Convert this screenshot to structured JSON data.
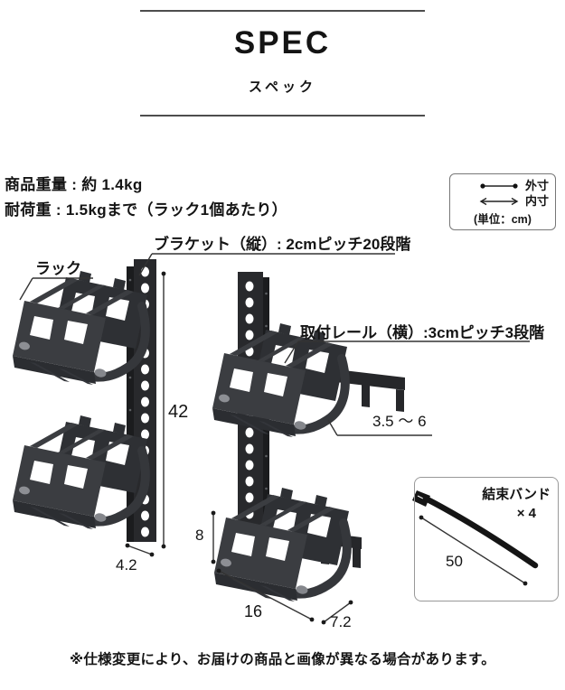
{
  "header": {
    "title": "SPEC",
    "subtitle": "スペック"
  },
  "info": {
    "weight": "商品重量 : 約 1.4kg",
    "load": "耐荷重 : 1.5kgまで（ラック1個あたり）"
  },
  "legend": {
    "outer": "外寸",
    "inner": "内寸",
    "unit": "(単位：cm)"
  },
  "callouts": {
    "rack": "ラック",
    "bracket": "ブラケット（縦）: 2cmピッチ20段階",
    "rail": "取付レール（横）:3cmピッチ3段階",
    "range": "3.5 〜 6"
  },
  "dims": {
    "bracket_height": "42",
    "bracket_width": "4.2",
    "rack_height": "8",
    "rack_width": "16",
    "rack_depth": "7.2",
    "tie_length": "50"
  },
  "tie": {
    "label": "結束バンド",
    "qty": "× 4"
  },
  "note": "※仕様変更により、お届けの商品と画像が異なる場合があります。",
  "colors": {
    "rail": "#28292c",
    "rack": "#3b3d41",
    "line": "#333333",
    "text": "#141414"
  }
}
